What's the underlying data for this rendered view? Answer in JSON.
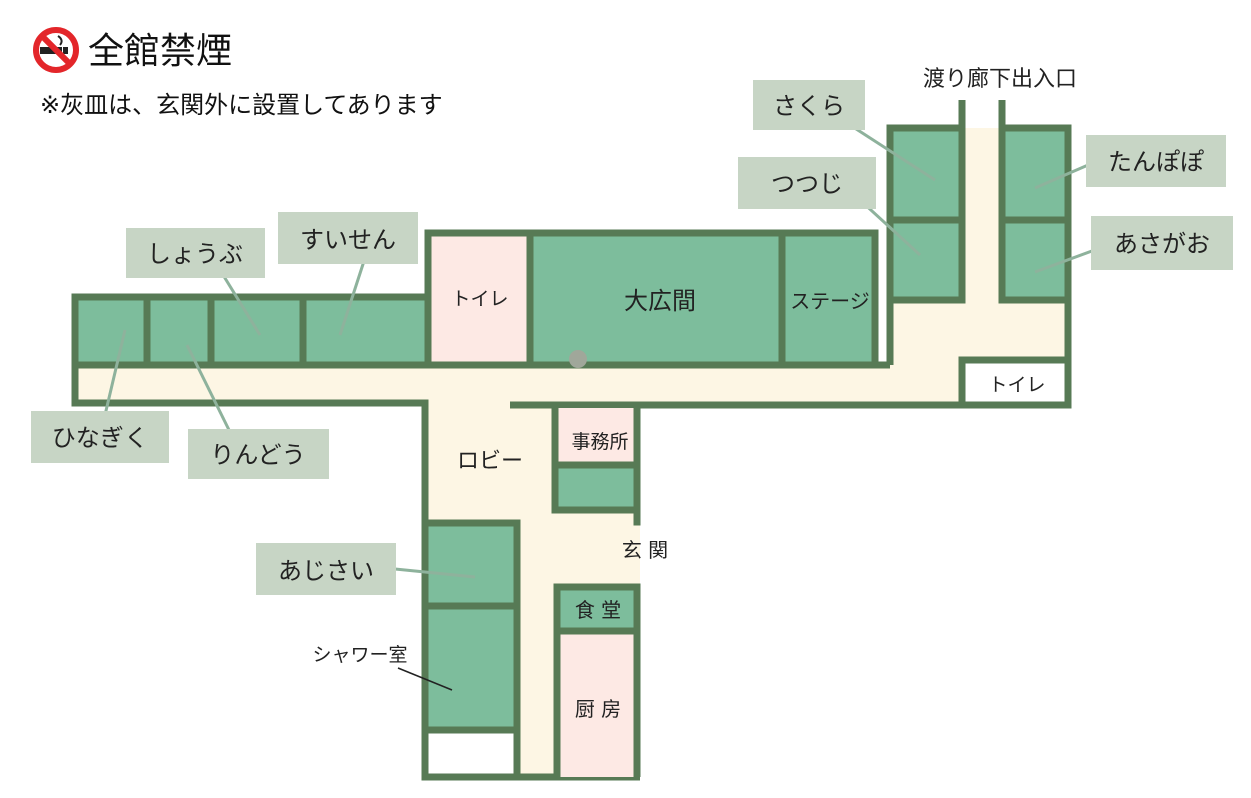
{
  "header": {
    "title": "全館禁煙",
    "note": "※灰皿は、玄関外に設置してあります"
  },
  "icons": {
    "no_smoking": "no-smoking-icon"
  },
  "colors": {
    "room": "#7dbd9c",
    "wall": "#577a55",
    "corridor": "#fdf6e4",
    "facility": "#fde9e4",
    "label_box": "#c7d5c5",
    "leader": "#8eb29c"
  },
  "rooms": {
    "toilet_center": "トイレ",
    "hall": "大広間",
    "stage": "ステージ",
    "toilet_east": "トイレ",
    "office": "事務所",
    "dining": "食 堂",
    "kitchen": "厨 房"
  },
  "place_labels": {
    "lobby": "ロビー",
    "entrance": "玄 関",
    "shower": "シャワー室",
    "corridor_exit": "渡り廊下出入口"
  },
  "guest_rooms": {
    "sakura": "さくら",
    "tsutsuji": "つつじ",
    "tanpopo": "たんぽぽ",
    "asagao": "あさがお",
    "shoubu": "しょうぶ",
    "suisen": "すいせん",
    "hinagiku": "ひなぎく",
    "rindou": "りんどう",
    "ajisai": "あじさい"
  }
}
